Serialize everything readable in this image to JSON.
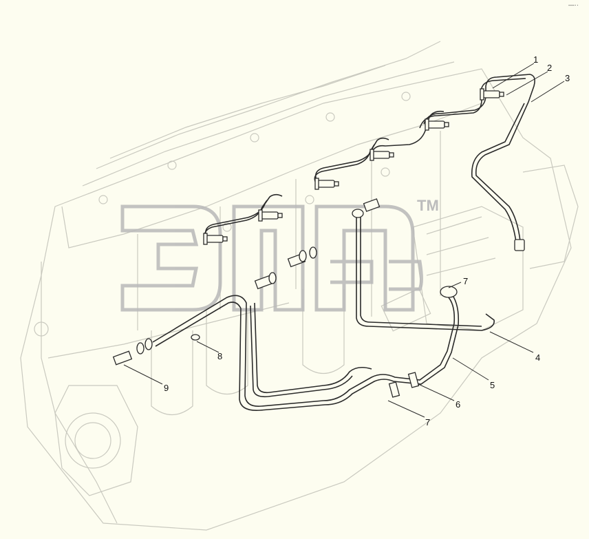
{
  "diagram": {
    "callouts": [
      "1",
      "2",
      "3",
      "4",
      "5",
      "6",
      "7",
      "7",
      "8",
      "9"
    ],
    "watermark_mark": "TM",
    "corner_mark": "—··"
  },
  "colors": {
    "background": "#fdfdf0",
    "engine_outline": "#c9c9bf",
    "pipe_stroke": "#2a2a2a",
    "watermark": "#b8b8b8"
  }
}
